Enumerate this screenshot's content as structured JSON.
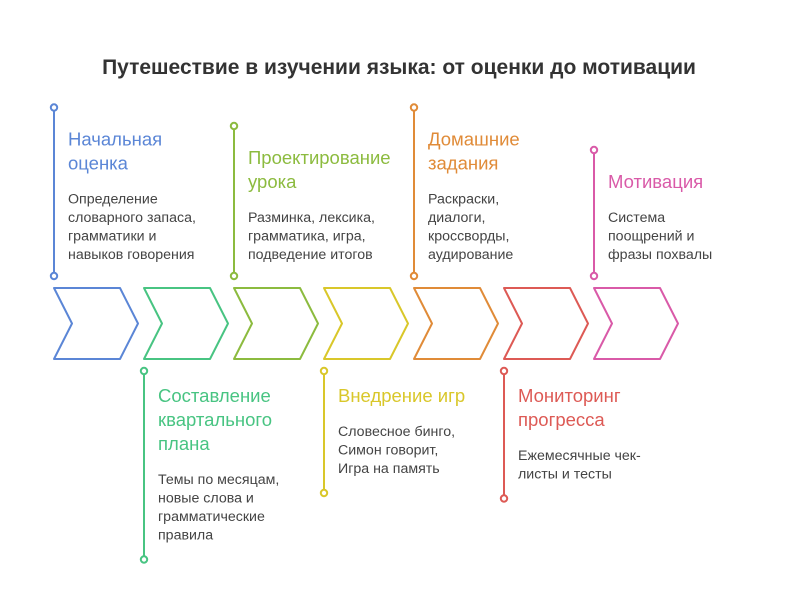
{
  "title": "Путешествие в изучении языка: от оценки до мотивации",
  "steps": [
    {
      "title_lines": [
        "Начальная",
        "оценка"
      ],
      "desc_lines": [
        "Определение",
        "словарного запаса,",
        "грамматики и",
        "навыков говорения"
      ],
      "color": "#5b86d6",
      "position": "top"
    },
    {
      "title_lines": [
        "Составление",
        "квартального",
        "плана"
      ],
      "desc_lines": [
        "Темы по месяцам,",
        "новые слова и",
        "грамматические",
        "правила"
      ],
      "color": "#48c482",
      "position": "bottom"
    },
    {
      "title_lines": [
        "Проектирование",
        "урока"
      ],
      "desc_lines": [
        "Разминка, лексика,",
        "грамматика, игра,",
        "подведение итогов"
      ],
      "color": "#8cbb3f",
      "position": "top"
    },
    {
      "title_lines": [
        "Внедрение игр"
      ],
      "desc_lines": [
        "Словесное бинго,",
        "Симон говорит,",
        "Игра на память"
      ],
      "color": "#d9c72a",
      "position": "bottom"
    },
    {
      "title_lines": [
        "Домашние",
        "задания"
      ],
      "desc_lines": [
        "Раскраски,",
        "диалоги,",
        "кроссворды,",
        "аудирование"
      ],
      "color": "#e08b38",
      "position": "top"
    },
    {
      "title_lines": [
        "Мониторинг",
        "прогресса"
      ],
      "desc_lines": [
        "Ежемесячные чек-",
        "листы и тесты"
      ],
      "color": "#dd5a55",
      "position": "bottom"
    },
    {
      "title_lines": [
        "Мотивация"
      ],
      "desc_lines": [
        "Система",
        "поощрений и",
        "фразы похвалы"
      ],
      "color": "#d95aa8",
      "position": "top"
    }
  ]
}
